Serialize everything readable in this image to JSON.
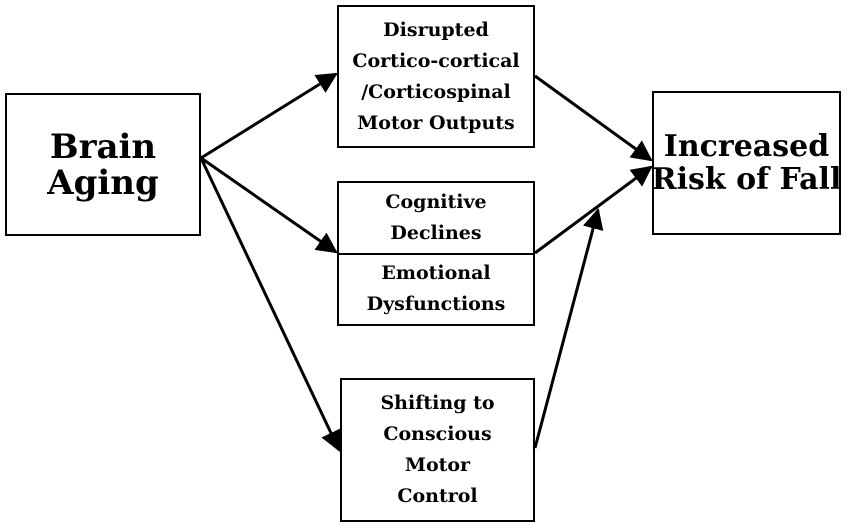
{
  "nodes": {
    "brain_aging": [
      "Brain",
      "Aging"
    ],
    "increased_risk": [
      "Increased",
      "Risk of Fall"
    ],
    "motor_outputs": [
      "Disrupted",
      "Cortico-cortical",
      "/Corticospinal",
      "Motor Outputs"
    ],
    "cognitive": [
      "Cognitive",
      "Declines"
    ],
    "emotional": [
      "Emotional",
      "Dysfunctions"
    ],
    "shifting": [
      "Shifting to",
      "Conscious",
      "Motor",
      "Control"
    ]
  },
  "edges": [
    {
      "from": "brain_aging",
      "to": "motor_outputs"
    },
    {
      "from": "brain_aging",
      "to": "cognitive_emotional"
    },
    {
      "from": "brain_aging",
      "to": "shifting"
    },
    {
      "from": "motor_outputs",
      "to": "increased_risk"
    },
    {
      "from": "cognitive_emotional",
      "to": "increased_risk"
    },
    {
      "from": "shifting",
      "to": "increased_risk"
    }
  ]
}
